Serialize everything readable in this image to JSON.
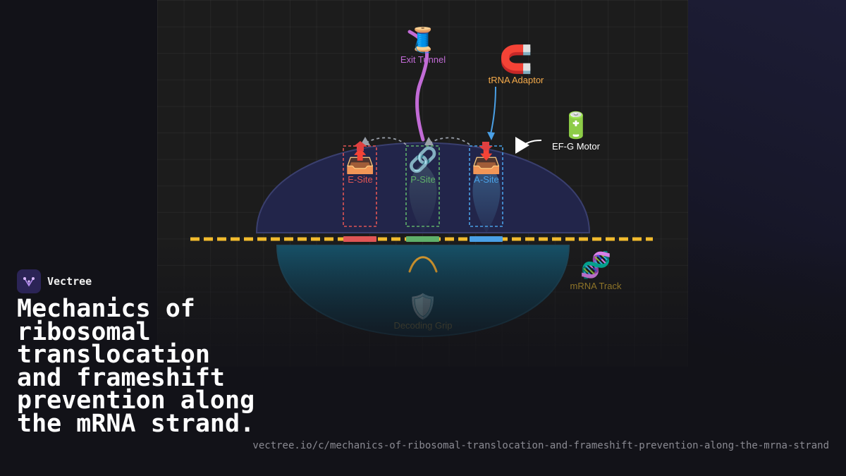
{
  "brand": {
    "name": "Vectree"
  },
  "title": "Mechanics of ribosomal translocation and frameshift prevention along the mRNA strand.",
  "url": "vectree.io/c/mechanics-of-ribosomal-translocation-and-frameshift-prevention-along-the-mrna-strand",
  "diagram": {
    "labels": {
      "exit_tunnel": "Exit Tunnel",
      "trna_adaptor": "tRNA Adaptor",
      "ef_g_motor": "EF-G Motor",
      "e_site": "E-Site",
      "p_site": "P-Site",
      "a_site": "A-Site",
      "mrna_track": "mRNA Track",
      "decoding_grip": "Decoding Grip"
    },
    "icons": {
      "exit_tunnel": "thread-spool-icon",
      "trna_adaptor": "magnet-icon",
      "ef_g_motor": "battery-icon",
      "e_site": "outbox-tray-icon",
      "p_site": "link-icon",
      "a_site": "inbox-tray-icon",
      "mrna_track": "dna-icon",
      "decoding_grip": "shield-icon"
    },
    "colors": {
      "e_site": "#e05555",
      "p_site": "#5fb06a",
      "a_site": "#4aa0e6",
      "mrna": "#f2bb2e",
      "exit_tunnel": "#c26bd6",
      "trna_adaptor": "#f3a94a",
      "ef_g_motor": "#ffffff",
      "decoding_grip": "#6f6f4a"
    }
  }
}
